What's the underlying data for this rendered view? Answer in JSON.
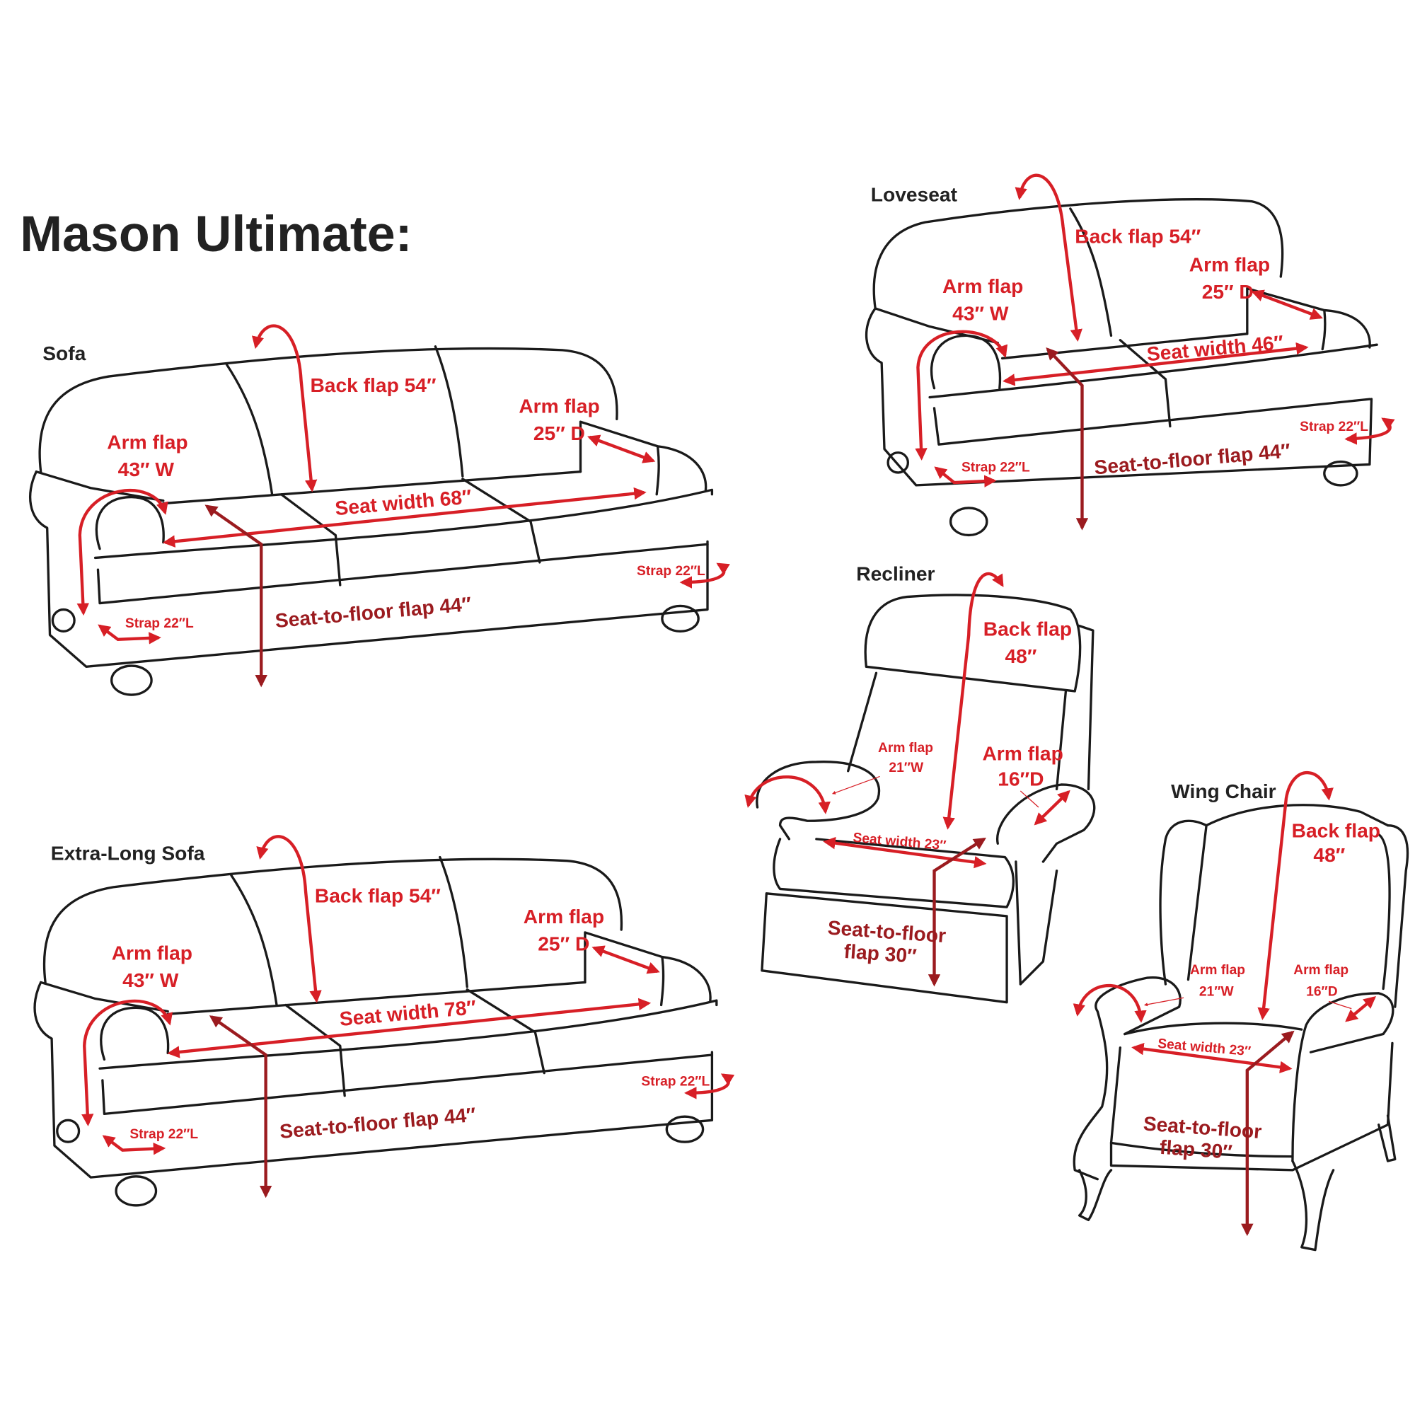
{
  "title": "Mason Ultimate:",
  "colors": {
    "accent": "#d71f26",
    "dark_accent": "#9b1b1f",
    "line": "#1a1a1a"
  },
  "sofa": {
    "name": "Sofa",
    "back_flap": "Back flap 54″",
    "arm_flap_w_1": "Arm flap",
    "arm_flap_w_2": "43″ W",
    "arm_flap_d_1": "Arm flap",
    "arm_flap_d_2": "25″ D",
    "seat_width": "Seat width 68″",
    "seat_to_floor": "Seat-to-floor flap 44″",
    "strap_left": "Strap 22″L",
    "strap_right": "Strap 22″L"
  },
  "xl_sofa": {
    "name": "Extra-Long Sofa",
    "back_flap": "Back flap 54″",
    "arm_flap_w_1": "Arm flap",
    "arm_flap_w_2": "43″ W",
    "arm_flap_d_1": "Arm flap",
    "arm_flap_d_2": "25″ D",
    "seat_width": "Seat width 78″",
    "seat_to_floor": "Seat-to-floor flap 44″",
    "strap_left": "Strap 22″L",
    "strap_right": "Strap 22″L"
  },
  "loveseat": {
    "name": "Loveseat",
    "back_flap": "Back flap 54″",
    "arm_flap_w_1": "Arm flap",
    "arm_flap_w_2": "43″ W",
    "arm_flap_d_1": "Arm flap",
    "arm_flap_d_2": "25″ D",
    "seat_width": "Seat width 46″",
    "seat_to_floor": "Seat-to-floor flap 44″",
    "strap_left": "Strap 22″L",
    "strap_right": "Strap 22″L"
  },
  "recliner": {
    "name": "Recliner",
    "back_flap_1": "Back flap",
    "back_flap_2": "48″",
    "arm_flap_w_1": "Arm flap",
    "arm_flap_w_2": "21″W",
    "arm_flap_d_1": "Arm flap",
    "arm_flap_d_2": "16″D",
    "seat_width": "Seat width 23″",
    "seat_to_floor_1": "Seat-to-floor",
    "seat_to_floor_2": "flap 30″"
  },
  "wing_chair": {
    "name": "Wing Chair",
    "back_flap_1": "Back flap",
    "back_flap_2": "48″",
    "arm_flap_w_1": "Arm flap",
    "arm_flap_w_2": "21″W",
    "arm_flap_d_1": "Arm flap",
    "arm_flap_d_2": "16″D",
    "seat_width": "Seat width 23″",
    "seat_to_floor_1": "Seat-to-floor",
    "seat_to_floor_2": "flap 30″"
  }
}
